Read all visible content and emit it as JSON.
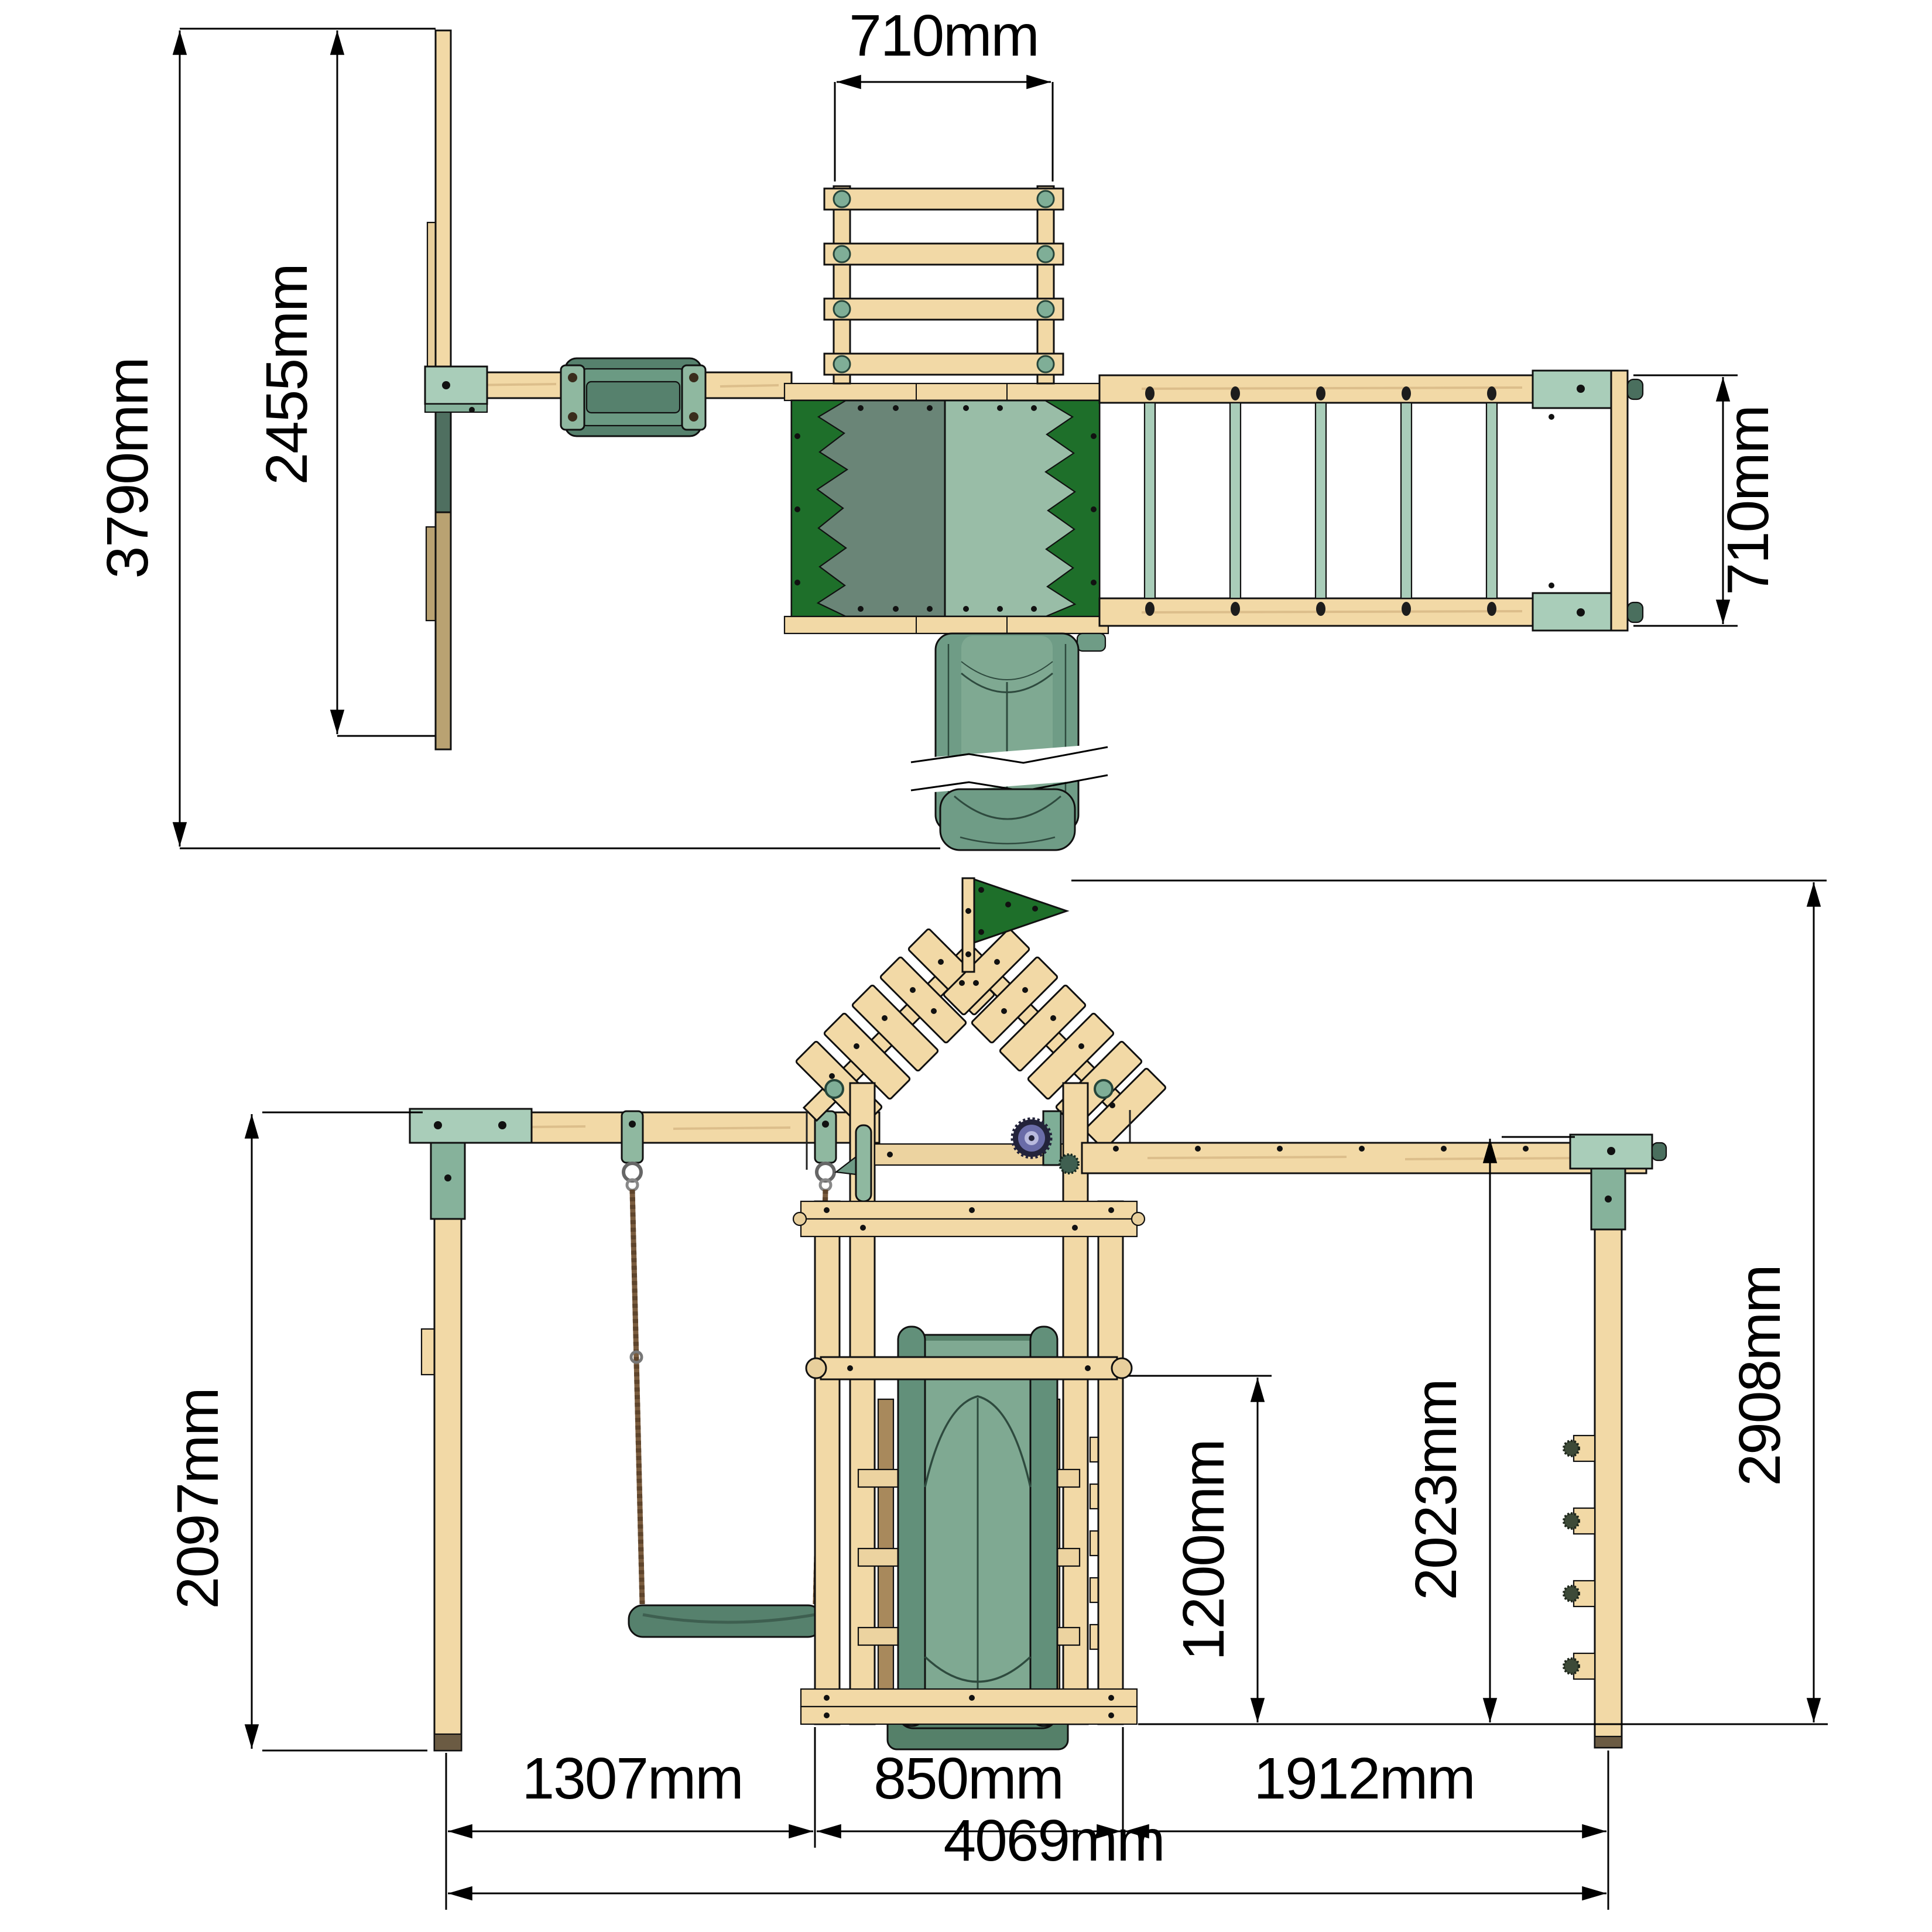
{
  "drawing": {
    "type": "technical-dimension-drawing",
    "subject": "wooden climbing frame with swing, slide, ladder and monkey bars",
    "views": {
      "top": "plan view",
      "front": "front elevation"
    }
  },
  "top_view": {
    "dims": {
      "overall_depth": "3790mm",
      "swing_arm_depth": "2455mm",
      "ladder_width": "710mm",
      "monkey_bar_width": "710mm"
    }
  },
  "front_view": {
    "dims": {
      "swing_frame_height": "2097mm",
      "platform_height": "1200mm",
      "climb_post_height": "2023mm",
      "overall_height": "2908mm",
      "swing_bay_width": "1307mm",
      "tower_width": "850mm",
      "monkey_bay_width": "1912mm",
      "overall_width": "4069mm"
    }
  },
  "colors": {
    "wood_light": "#F2D9A6",
    "wood_mid": "#E8CF9C",
    "wood_dark": "#B9A272",
    "wood_brown": "#A8895C",
    "foot_brown": "#6B5B43",
    "mint_bracket": "#A9CDB9",
    "mint_sleeve": "#86B29B",
    "mint_cap": "#7FAE97",
    "seat_green": "#56816D",
    "panel_dark": "#6A8577",
    "panel_light": "#99BDA7",
    "zigzag_green": "#1E6F2A",
    "slide_green": "#6F9C86",
    "slide_light": "#7FA992",
    "slide_dark": "#558069",
    "telescope_blue": "#6A6CA8",
    "rope_brown": "#7A5C3E"
  }
}
